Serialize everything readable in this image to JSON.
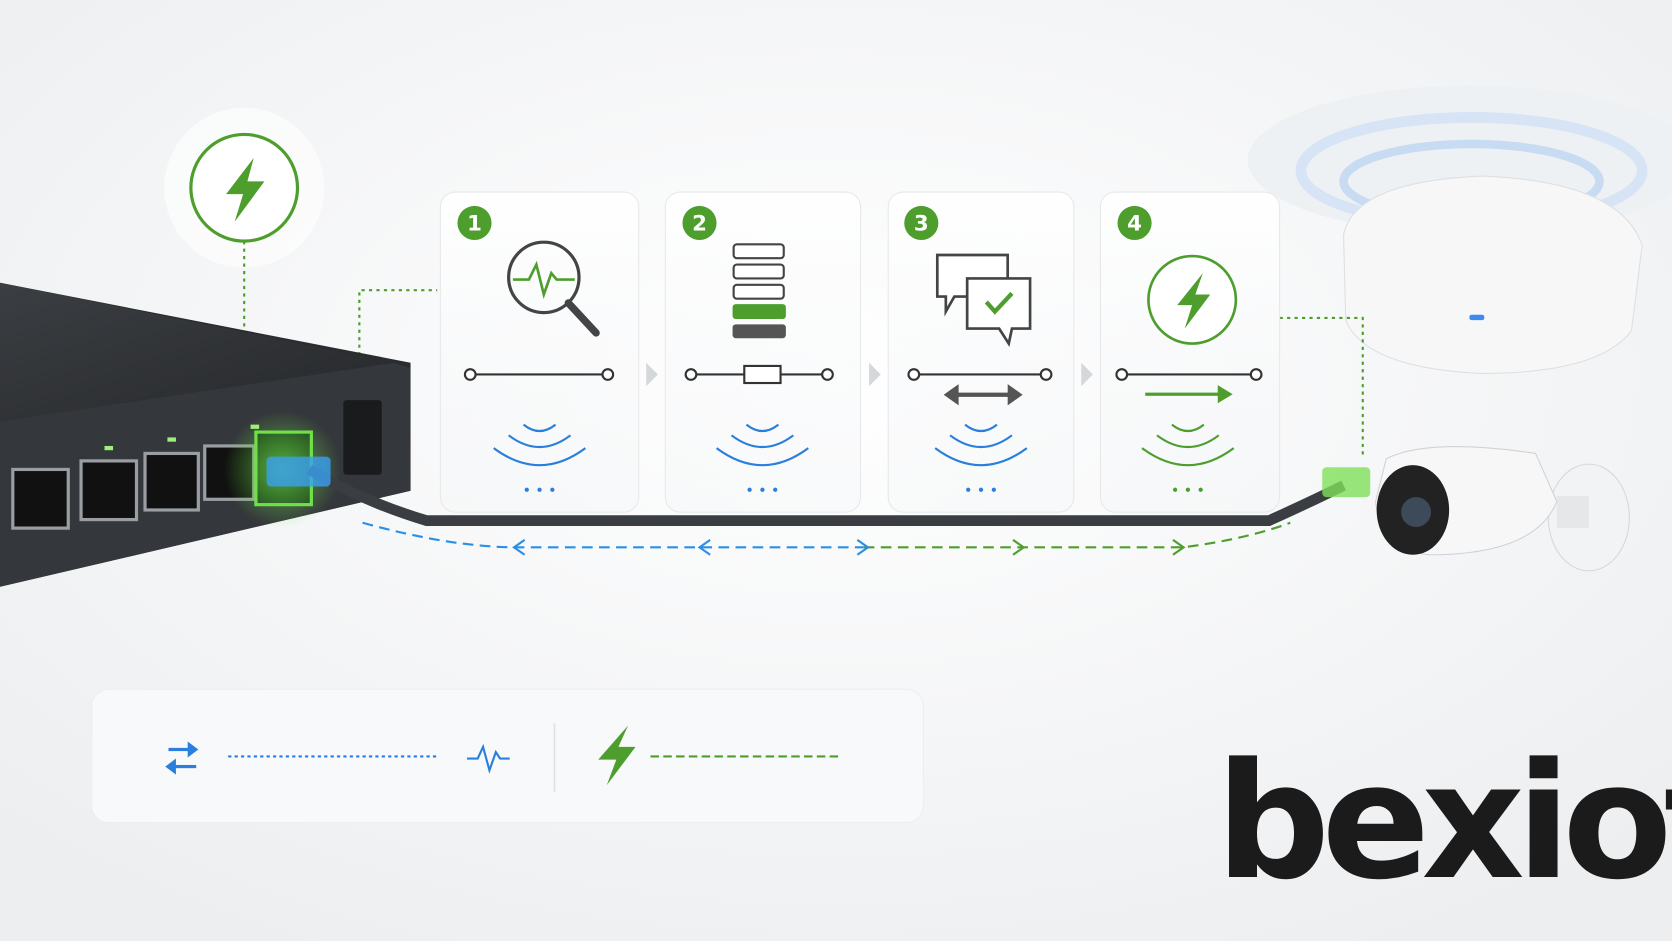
{
  "colors": {
    "green": "#4e9e2e",
    "blue": "#2a7fdc",
    "dark": "#2b2d30",
    "card": "#fbfbfc",
    "background": "#f4f5f6"
  },
  "steps": [
    {
      "number": "1",
      "icon": "magnifier-pulse-icon",
      "line": "plain",
      "wave_color": "blue"
    },
    {
      "number": "2",
      "icon": "stacked-bars-icon",
      "line": "resistor",
      "wave_color": "blue"
    },
    {
      "number": "3",
      "icon": "chat-check-icon",
      "line": "bidirectional-arrow",
      "wave_color": "blue"
    },
    {
      "number": "4",
      "icon": "power-bolt-icon",
      "line": "forward-arrow",
      "wave_color": "green"
    }
  ],
  "legend": {
    "data_icon": "bidirectional-arrows-icon",
    "data_signal_icon": "pulse-icon",
    "power_icon": "lightning-bolt-icon"
  },
  "devices": [
    "poe-switch",
    "ethernet-cable",
    "ip-camera",
    "ceiling-access-point"
  ],
  "brand": {
    "logo_text": "bexiot"
  }
}
